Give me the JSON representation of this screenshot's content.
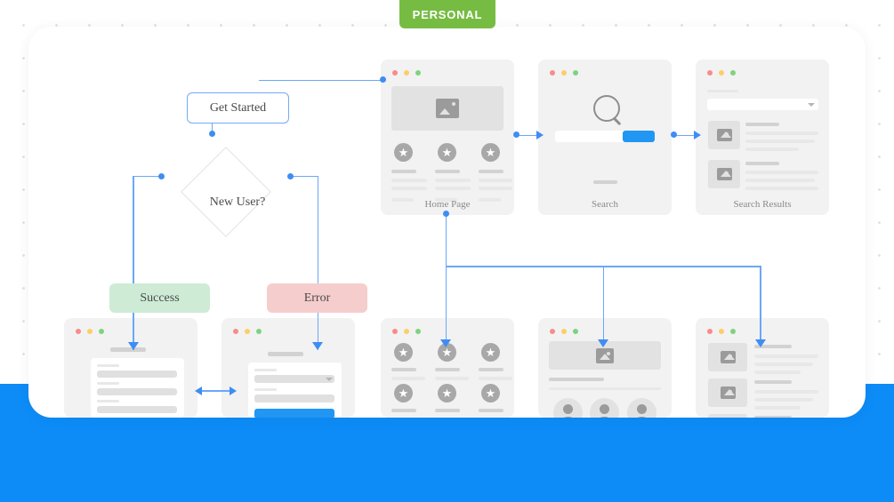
{
  "badge": {
    "label": "PERSONAL"
  },
  "colors": {
    "accent_blue": "#0d8cf7",
    "connector_blue": "#6aa8f7",
    "badge_green": "#76bc43",
    "success_green": "#cdebd5",
    "error_pink": "#f6cdcd",
    "card_grey": "#f2f2f2",
    "button_blue": "#2196f3"
  },
  "flow": {
    "start": {
      "label": "Get Started"
    },
    "decision": {
      "label": "New User?"
    },
    "success": {
      "label": "Success"
    },
    "error": {
      "label": "Error"
    }
  },
  "cards": {
    "home": {
      "label": "Home Page"
    },
    "search": {
      "label": "Search"
    },
    "results": {
      "label": "Search Results"
    },
    "form_left": {
      "label": ""
    },
    "form_right": {
      "label": ""
    },
    "grid": {
      "label": ""
    },
    "profile": {
      "label": ""
    },
    "list": {
      "label": ""
    }
  },
  "icons": {
    "star": "★",
    "window_dots": [
      "red",
      "yellow",
      "green"
    ],
    "search": "magnifier-icon",
    "image": "image-placeholder-icon",
    "avatar": "person-icon",
    "caret": "chevron-down-icon"
  }
}
